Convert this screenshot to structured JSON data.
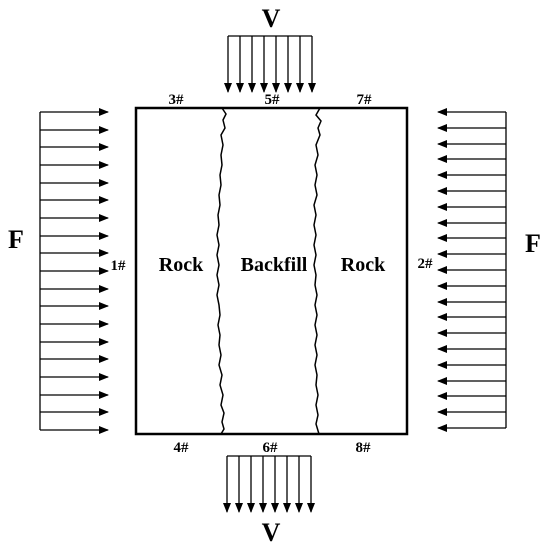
{
  "loads": {
    "vertical": "V",
    "horizontal": "F"
  },
  "regions": {
    "left": "Rock",
    "middle": "Backfill",
    "right": "Rock"
  },
  "points": {
    "p1": "1#",
    "p2": "2#",
    "p3": "3#",
    "p4": "4#",
    "p5": "5#",
    "p6": "6#",
    "p7": "7#",
    "p8": "8#"
  },
  "colors": {
    "stroke": "#000000",
    "background": "#ffffff"
  }
}
